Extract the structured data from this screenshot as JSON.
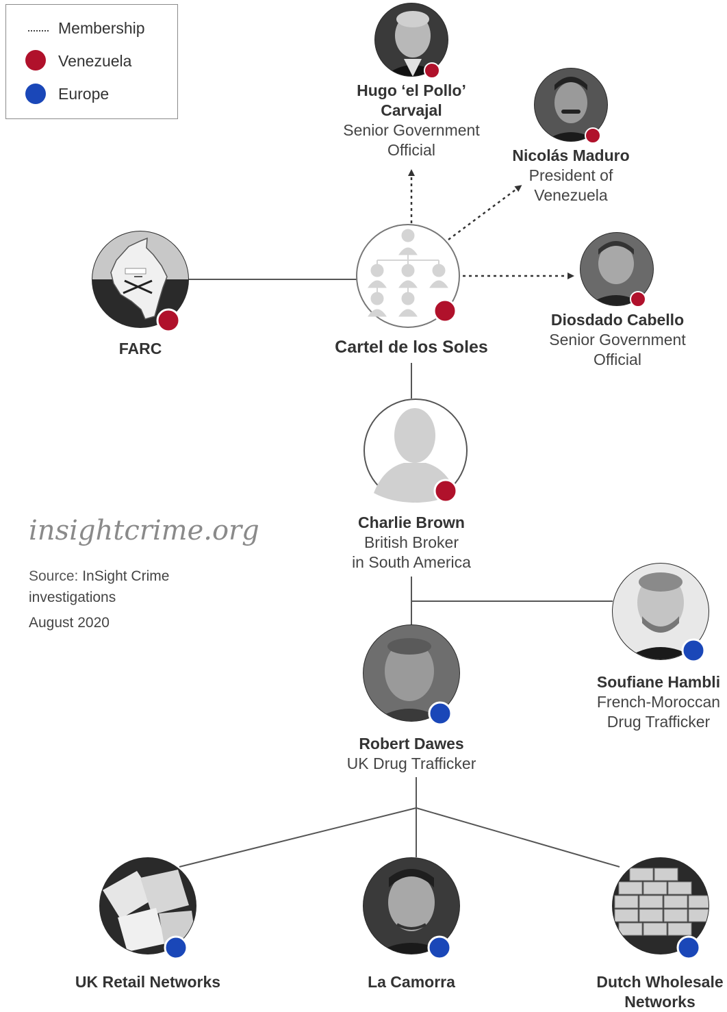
{
  "legend": {
    "membership": "Membership",
    "venezuela": "Venezuela",
    "europe": "Europe"
  },
  "colors": {
    "venezuela": "#b0112b",
    "europe": "#1a47b8",
    "line": "#555555"
  },
  "footer": {
    "site": "insightcrime.org",
    "source_prefix": "Source:",
    "source_text": "InSight Crime",
    "source_text2": "investigations",
    "date": "August 2020"
  },
  "nodes": {
    "carvajal": {
      "name_line1": "Hugo ‘el Pollo’",
      "name_line2": "Carvajal",
      "role_line1": "Senior Government",
      "role_line2": "Official",
      "region": "venezuela",
      "photo": "portrait-photo"
    },
    "maduro": {
      "name": "Nicolás Maduro",
      "role_line1": "President of",
      "role_line2": "Venezuela",
      "region": "venezuela",
      "photo": "portrait-photo"
    },
    "cabello": {
      "name": "Diosdado Cabello",
      "role_line1": "Senior Government",
      "role_line2": "Official",
      "region": "venezuela",
      "photo": "portrait-photo"
    },
    "farc": {
      "name": "FARC",
      "region": "venezuela",
      "photo": "colombia-map-icon"
    },
    "cartel": {
      "name": "Cartel de los Soles",
      "region": "venezuela",
      "photo": "org-chart-icon"
    },
    "brown": {
      "name": "Charlie Brown",
      "role_line1": "British Broker",
      "role_line2": "in South America",
      "region": "venezuela",
      "photo": "silhouette-icon"
    },
    "hambli": {
      "name": "Soufiane Hambli",
      "role_line1": "French-Moroccan",
      "role_line2": "Drug Trafficker",
      "region": "europe",
      "photo": "portrait-photo"
    },
    "dawes": {
      "name": "Robert Dawes",
      "role": "UK Drug Trafficker",
      "region": "europe",
      "photo": "portrait-photo"
    },
    "uk_retail": {
      "name": "UK Retail Networks",
      "region": "europe",
      "photo": "drug-packets-photo"
    },
    "camorra": {
      "name": "La Camorra",
      "region": "europe",
      "photo": "portrait-photo"
    },
    "dutch": {
      "name_line1": "Dutch Wholesale",
      "name_line2": "Networks",
      "region": "europe",
      "photo": "drug-bricks-photo"
    }
  },
  "edges": [
    {
      "from": "farc",
      "to": "cartel",
      "type": "solid"
    },
    {
      "from": "cartel",
      "to": "carvajal",
      "type": "membership"
    },
    {
      "from": "cartel",
      "to": "maduro",
      "type": "membership"
    },
    {
      "from": "cartel",
      "to": "cabello",
      "type": "membership"
    },
    {
      "from": "cartel",
      "to": "brown",
      "type": "solid"
    },
    {
      "from": "brown",
      "to": "dawes",
      "type": "solid"
    },
    {
      "from": "brown",
      "to": "hambli",
      "type": "solid"
    },
    {
      "from": "dawes",
      "to": "uk_retail",
      "type": "solid"
    },
    {
      "from": "dawes",
      "to": "camorra",
      "type": "solid"
    },
    {
      "from": "dawes",
      "to": "dutch",
      "type": "solid"
    }
  ]
}
